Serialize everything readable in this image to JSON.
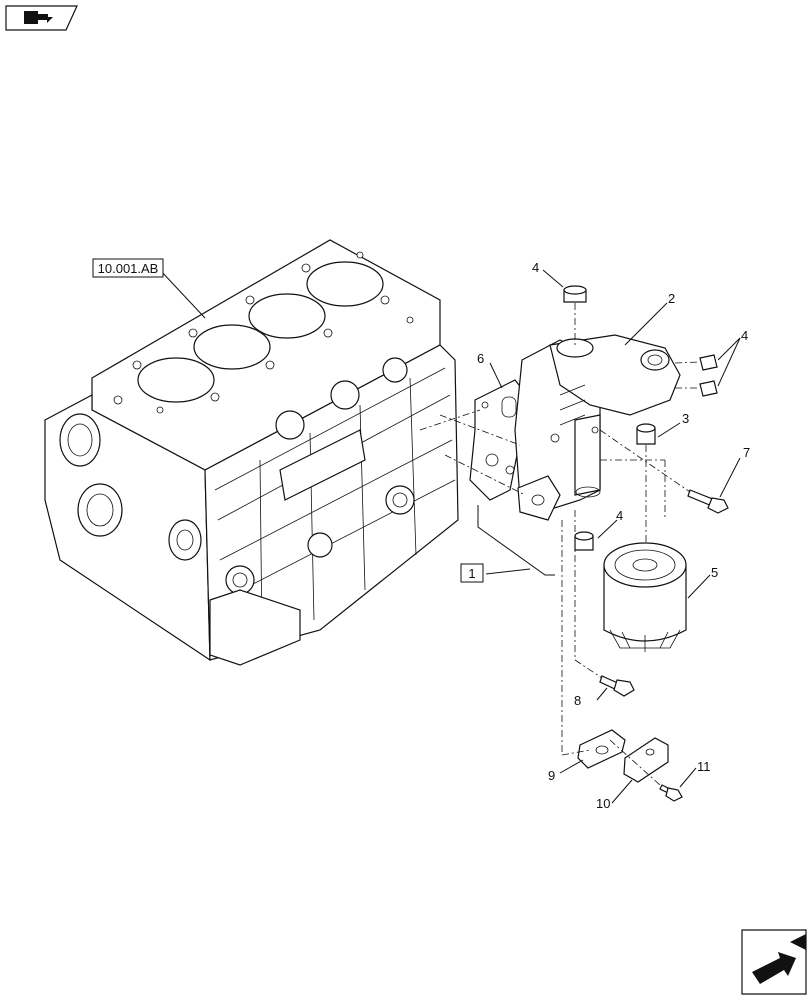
{
  "reference_labels": {
    "block_ref": "10.001.AB",
    "assembly_ref": "1"
  },
  "callouts": [
    "2",
    "3",
    "4",
    "4",
    "4",
    "5",
    "6",
    "7",
    "8",
    "9",
    "10",
    "11"
  ],
  "icons": {
    "top_left": "book-arrow-icon",
    "bottom_right": "next-page-arrow-icon"
  }
}
